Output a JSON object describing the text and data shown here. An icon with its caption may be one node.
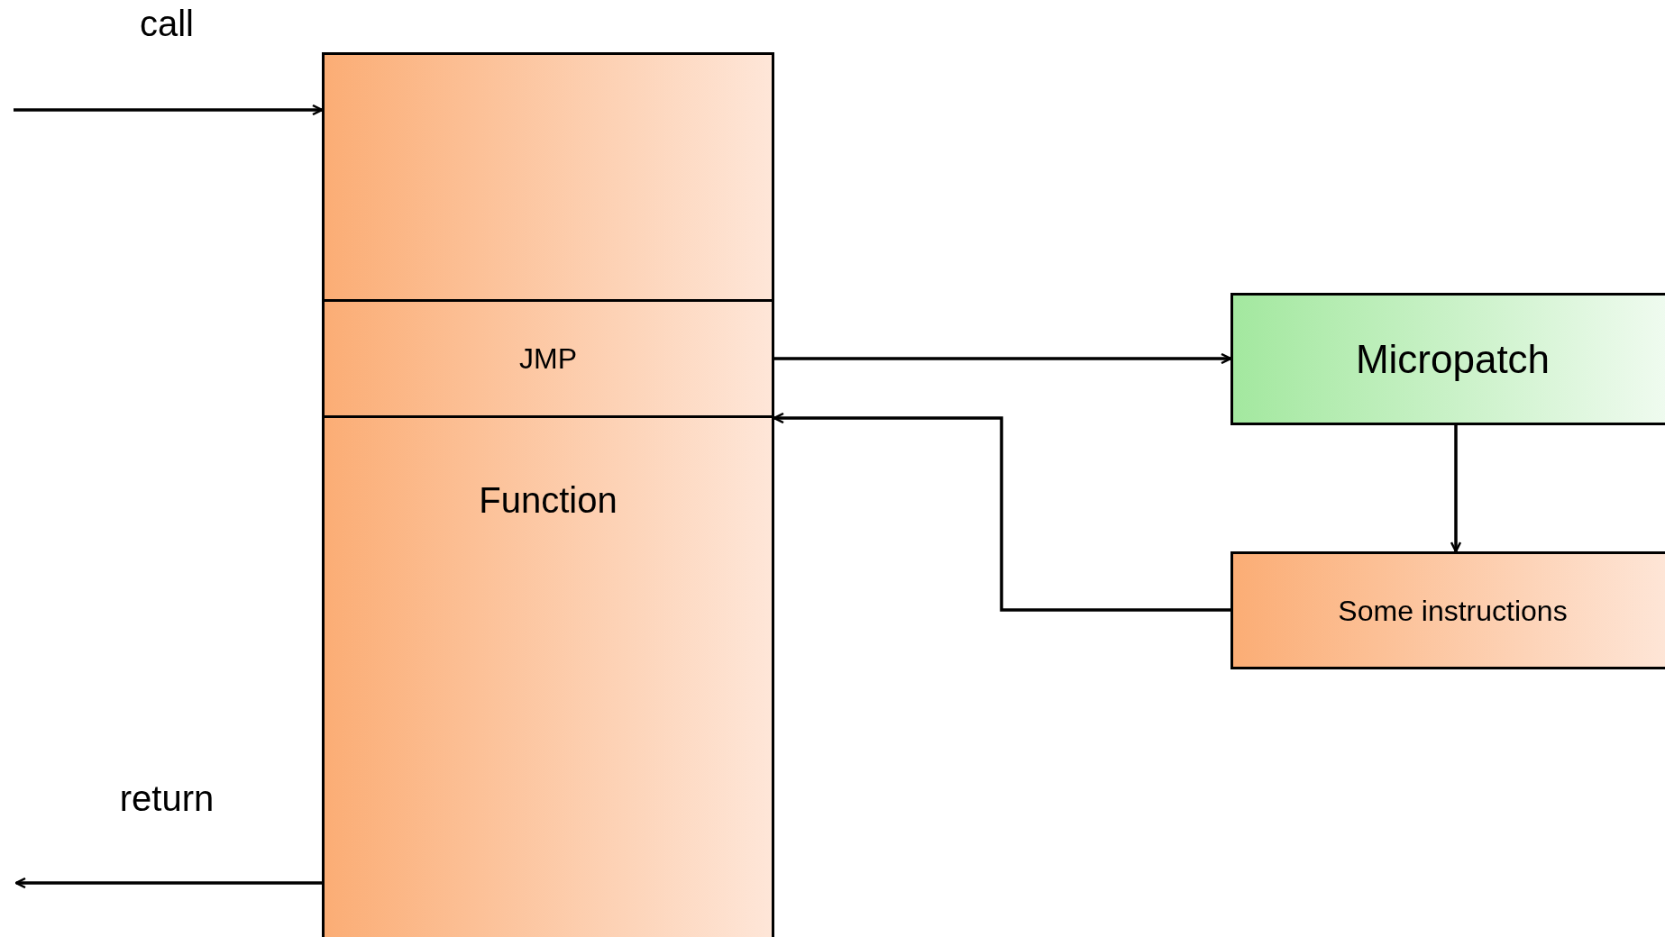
{
  "diagram": {
    "nodes": [
      {
        "text": [
          "Function"
        ]
      },
      {
        "text": [
          "JMP"
        ],
        "in": 0
      },
      {
        "text": [
          "Micropatch"
        ]
      },
      {
        "text": [
          "Some instructions"
        ]
      }
    ],
    "edges": [
      {
        "from": null,
        "to": 0,
        "arrow": "to",
        "label": "call"
      },
      {
        "from": 0,
        "to": null,
        "arrow": "to",
        "label": "return"
      },
      {
        "from": 1,
        "to": 2,
        "arrow": "to"
      },
      {
        "from": 2,
        "to": 3,
        "arrow": "to"
      },
      {
        "from": 3,
        "to": 1,
        "arrow": "to"
      }
    ]
  }
}
